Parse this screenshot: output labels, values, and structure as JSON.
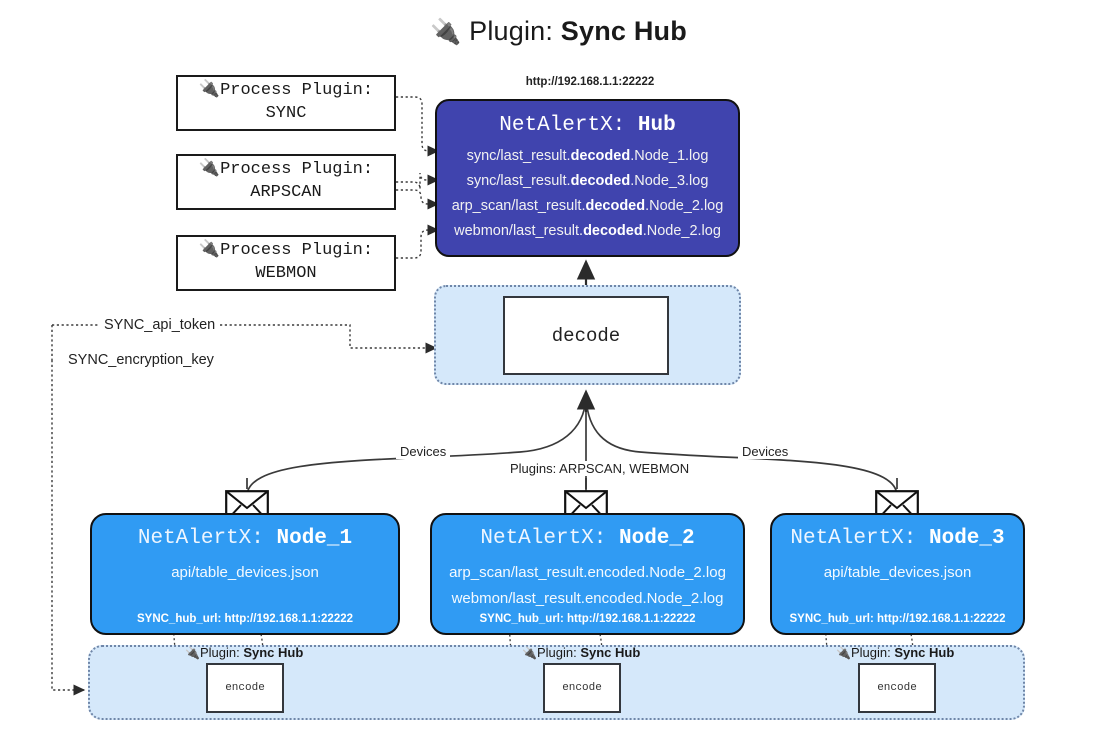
{
  "title": {
    "icon": "plug-icon",
    "prefix": "Plugin:",
    "name": "Sync Hub"
  },
  "process_plugins": [
    {
      "icon": "plug-icon",
      "line1": "Process Plugin:",
      "line2": "SYNC"
    },
    {
      "icon": "plug-icon",
      "line1": "Process Plugin:",
      "line2": "ARPSCAN"
    },
    {
      "icon": "plug-icon",
      "line1": "Process Plugin:",
      "line2": "WEBMON"
    }
  ],
  "hub": {
    "url": "http://192.168.1.1:22222",
    "title_prefix": "NetAlertX:",
    "title_name": "Hub",
    "color": "#4044AE",
    "logs": [
      {
        "pre": "sync/last_result.",
        "mid": "decoded",
        "post": ".Node_1.log"
      },
      {
        "pre": "sync/last_result.",
        "mid": "decoded",
        "post": ".Node_3.log"
      },
      {
        "pre": "arp_scan/last_result.",
        "mid": "decoded",
        "post": ".Node_2.log"
      },
      {
        "pre": "webmon/last_result.",
        "mid": "decoded",
        "post": ".Node_2.log"
      }
    ]
  },
  "decode": {
    "label": "decode",
    "container_color": "#D5E8FA"
  },
  "tokens": {
    "api_token": "SYNC_api_token",
    "encryption_key": "SYNC_encryption_key"
  },
  "edge_labels": {
    "devices_left": "Devices",
    "devices_right": "Devices",
    "plugins_center": "Plugins: ARPSCAN, WEBMON"
  },
  "nodes": [
    {
      "title_prefix": "NetAlertX:",
      "title_name": "Node_1",
      "lines": [
        "api/table_devices.json"
      ],
      "footer": "SYNC_hub_url: http://192.168.1.1:22222",
      "color": "#309BF3",
      "icon": "envelope-icon"
    },
    {
      "title_prefix": "NetAlertX:",
      "title_name": "Node_2",
      "lines": [
        "arp_scan/last_result.encoded.Node_2.log",
        "webmon/last_result.encoded.Node_2.log"
      ],
      "footer": "SYNC_hub_url: http://192.168.1.1:22222",
      "color": "#309BF3",
      "icon": "envelope-icon"
    },
    {
      "title_prefix": "NetAlertX:",
      "title_name": "Node_3",
      "lines": [
        "api/table_devices.json"
      ],
      "footer": "SYNC_hub_url: http://192.168.1.1:22222",
      "color": "#309BF3",
      "icon": "envelope-icon"
    }
  ],
  "encode_sections": [
    {
      "tag_prefix": "Plugin:",
      "tag_name": "Sync Hub",
      "box_label": "encode",
      "icon": "plug-icon"
    },
    {
      "tag_prefix": "Plugin:",
      "tag_name": "Sync Hub",
      "box_label": "encode",
      "icon": "plug-icon"
    },
    {
      "tag_prefix": "Plugin:",
      "tag_name": "Sync Hub",
      "box_label": "encode",
      "icon": "plug-icon"
    }
  ]
}
